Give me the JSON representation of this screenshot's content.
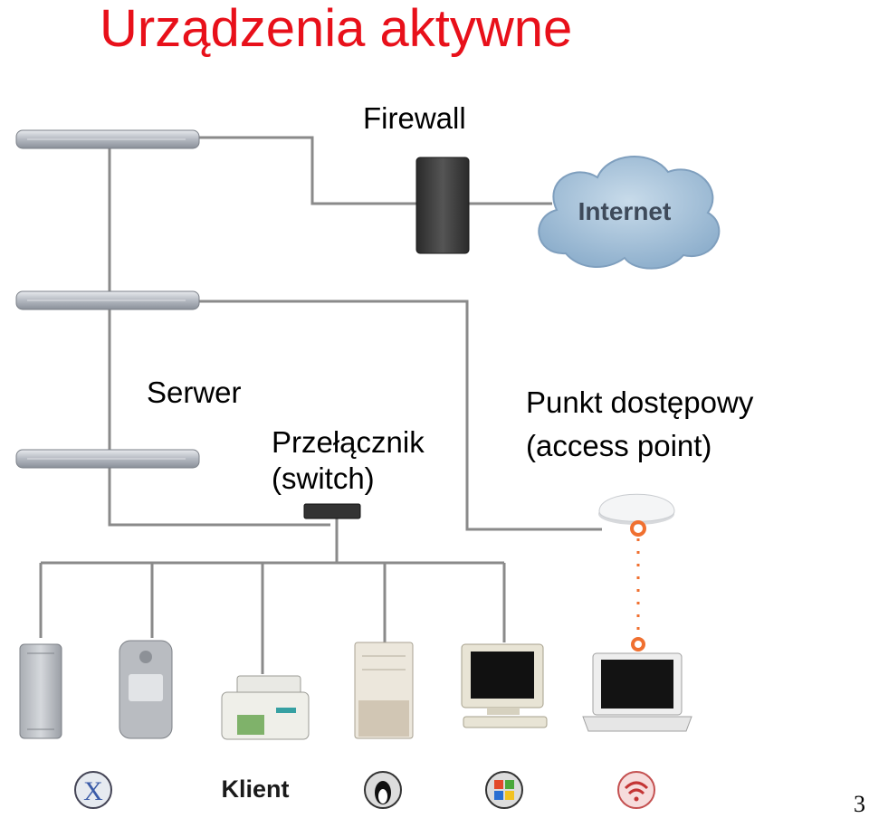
{
  "slide": {
    "title": "Urządzenia aktywne",
    "page_number": "3"
  },
  "labels": {
    "firewall": "Firewall",
    "internet": "Internet",
    "server": "Serwer",
    "switch_line1": "Przełącznik",
    "switch_line2": "(switch)",
    "ap_line1": "Punkt dostępowy",
    "ap_line2": "(access point)",
    "client": "Klient"
  },
  "icons": [
    "apple-x-icon",
    "linux-tux-icon",
    "windows-icon",
    "wifi-icon"
  ],
  "colors": {
    "title": "#e8101a",
    "cloud": "#a9c4dc",
    "wifi_link": "#f07030",
    "line": "#8a8a8a"
  }
}
